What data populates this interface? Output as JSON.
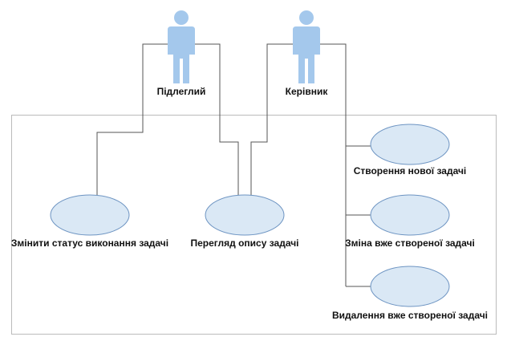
{
  "actors": [
    {
      "id": "subordinate",
      "label": "Підлеглий"
    },
    {
      "id": "manager",
      "label": "Керівник"
    }
  ],
  "use_cases": [
    {
      "id": "change-status",
      "label": "Змінити статус виконання задачі"
    },
    {
      "id": "view-description",
      "label": "Перегляд опису задачі"
    },
    {
      "id": "create-task",
      "label": "Створення нової задачі"
    },
    {
      "id": "edit-task",
      "label": "Зміна вже створеної задачі"
    },
    {
      "id": "delete-task",
      "label": "Видалення вже створеної задачі"
    }
  ],
  "links": [
    {
      "from": "subordinate",
      "to": "change-status"
    },
    {
      "from": "subordinate",
      "to": "view-description"
    },
    {
      "from": "manager",
      "to": "view-description"
    },
    {
      "from": "manager",
      "to": "create-task"
    },
    {
      "from": "manager",
      "to": "edit-task"
    },
    {
      "from": "manager",
      "to": "delete-task"
    }
  ],
  "colors": {
    "actor_fill": "#a4c8ec",
    "use_case_fill": "#dae8f5",
    "use_case_stroke": "#6d94c2",
    "line": "#555555",
    "boundary": "#bbbbbb"
  }
}
